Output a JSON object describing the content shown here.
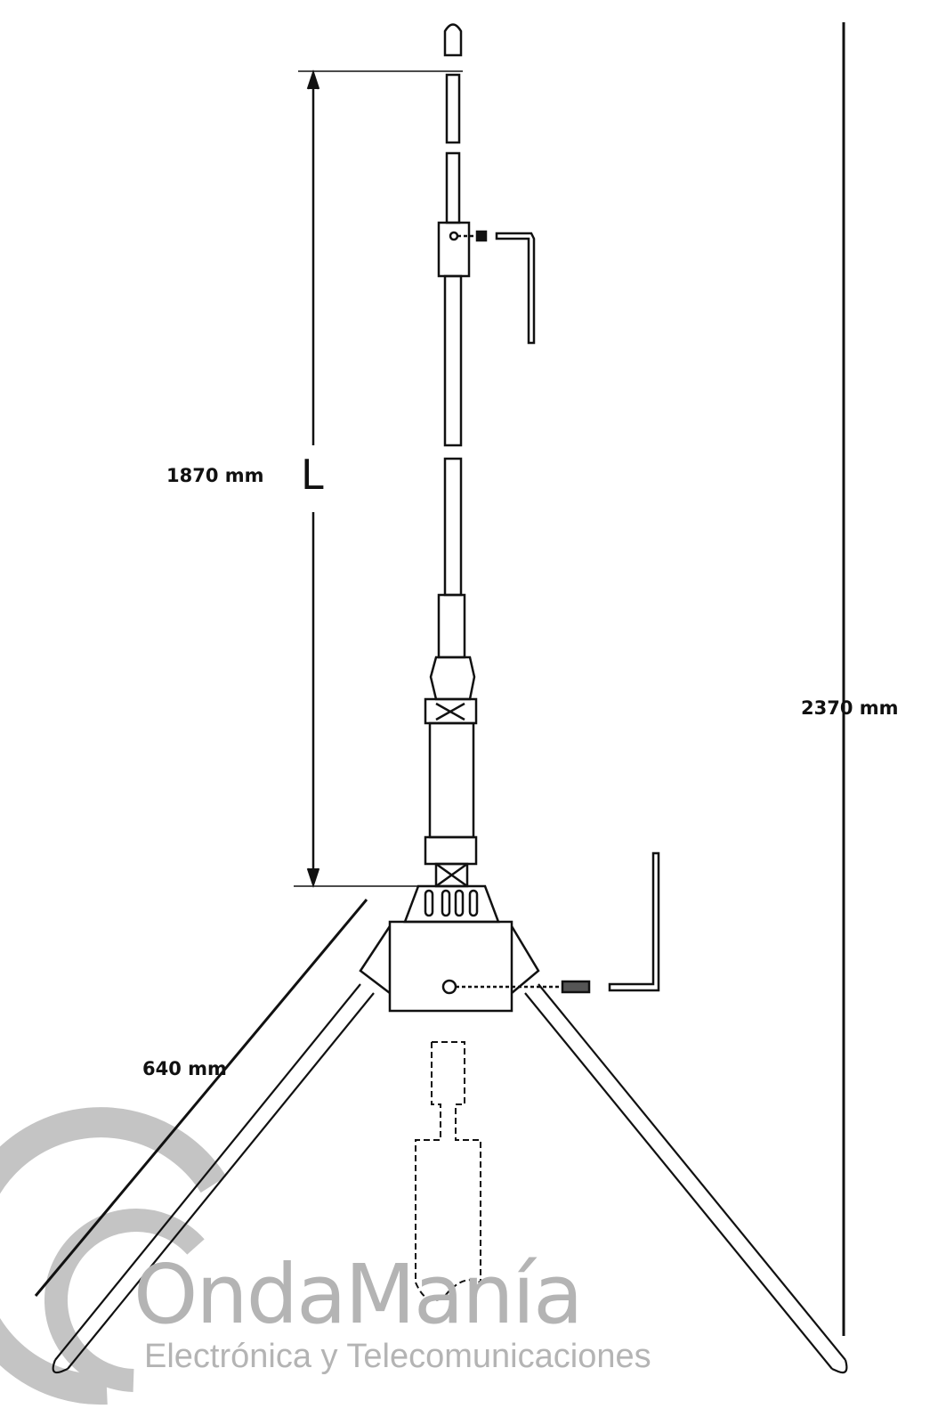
{
  "dimensions": {
    "radiating_element_length": "1870 mm",
    "radiating_element_symbol": "L",
    "total_height": "2370 mm",
    "radial_length": "640 mm"
  },
  "logo": {
    "brand": "OndaManía",
    "tagline": "Electrónica y Telecomunicaciones"
  }
}
